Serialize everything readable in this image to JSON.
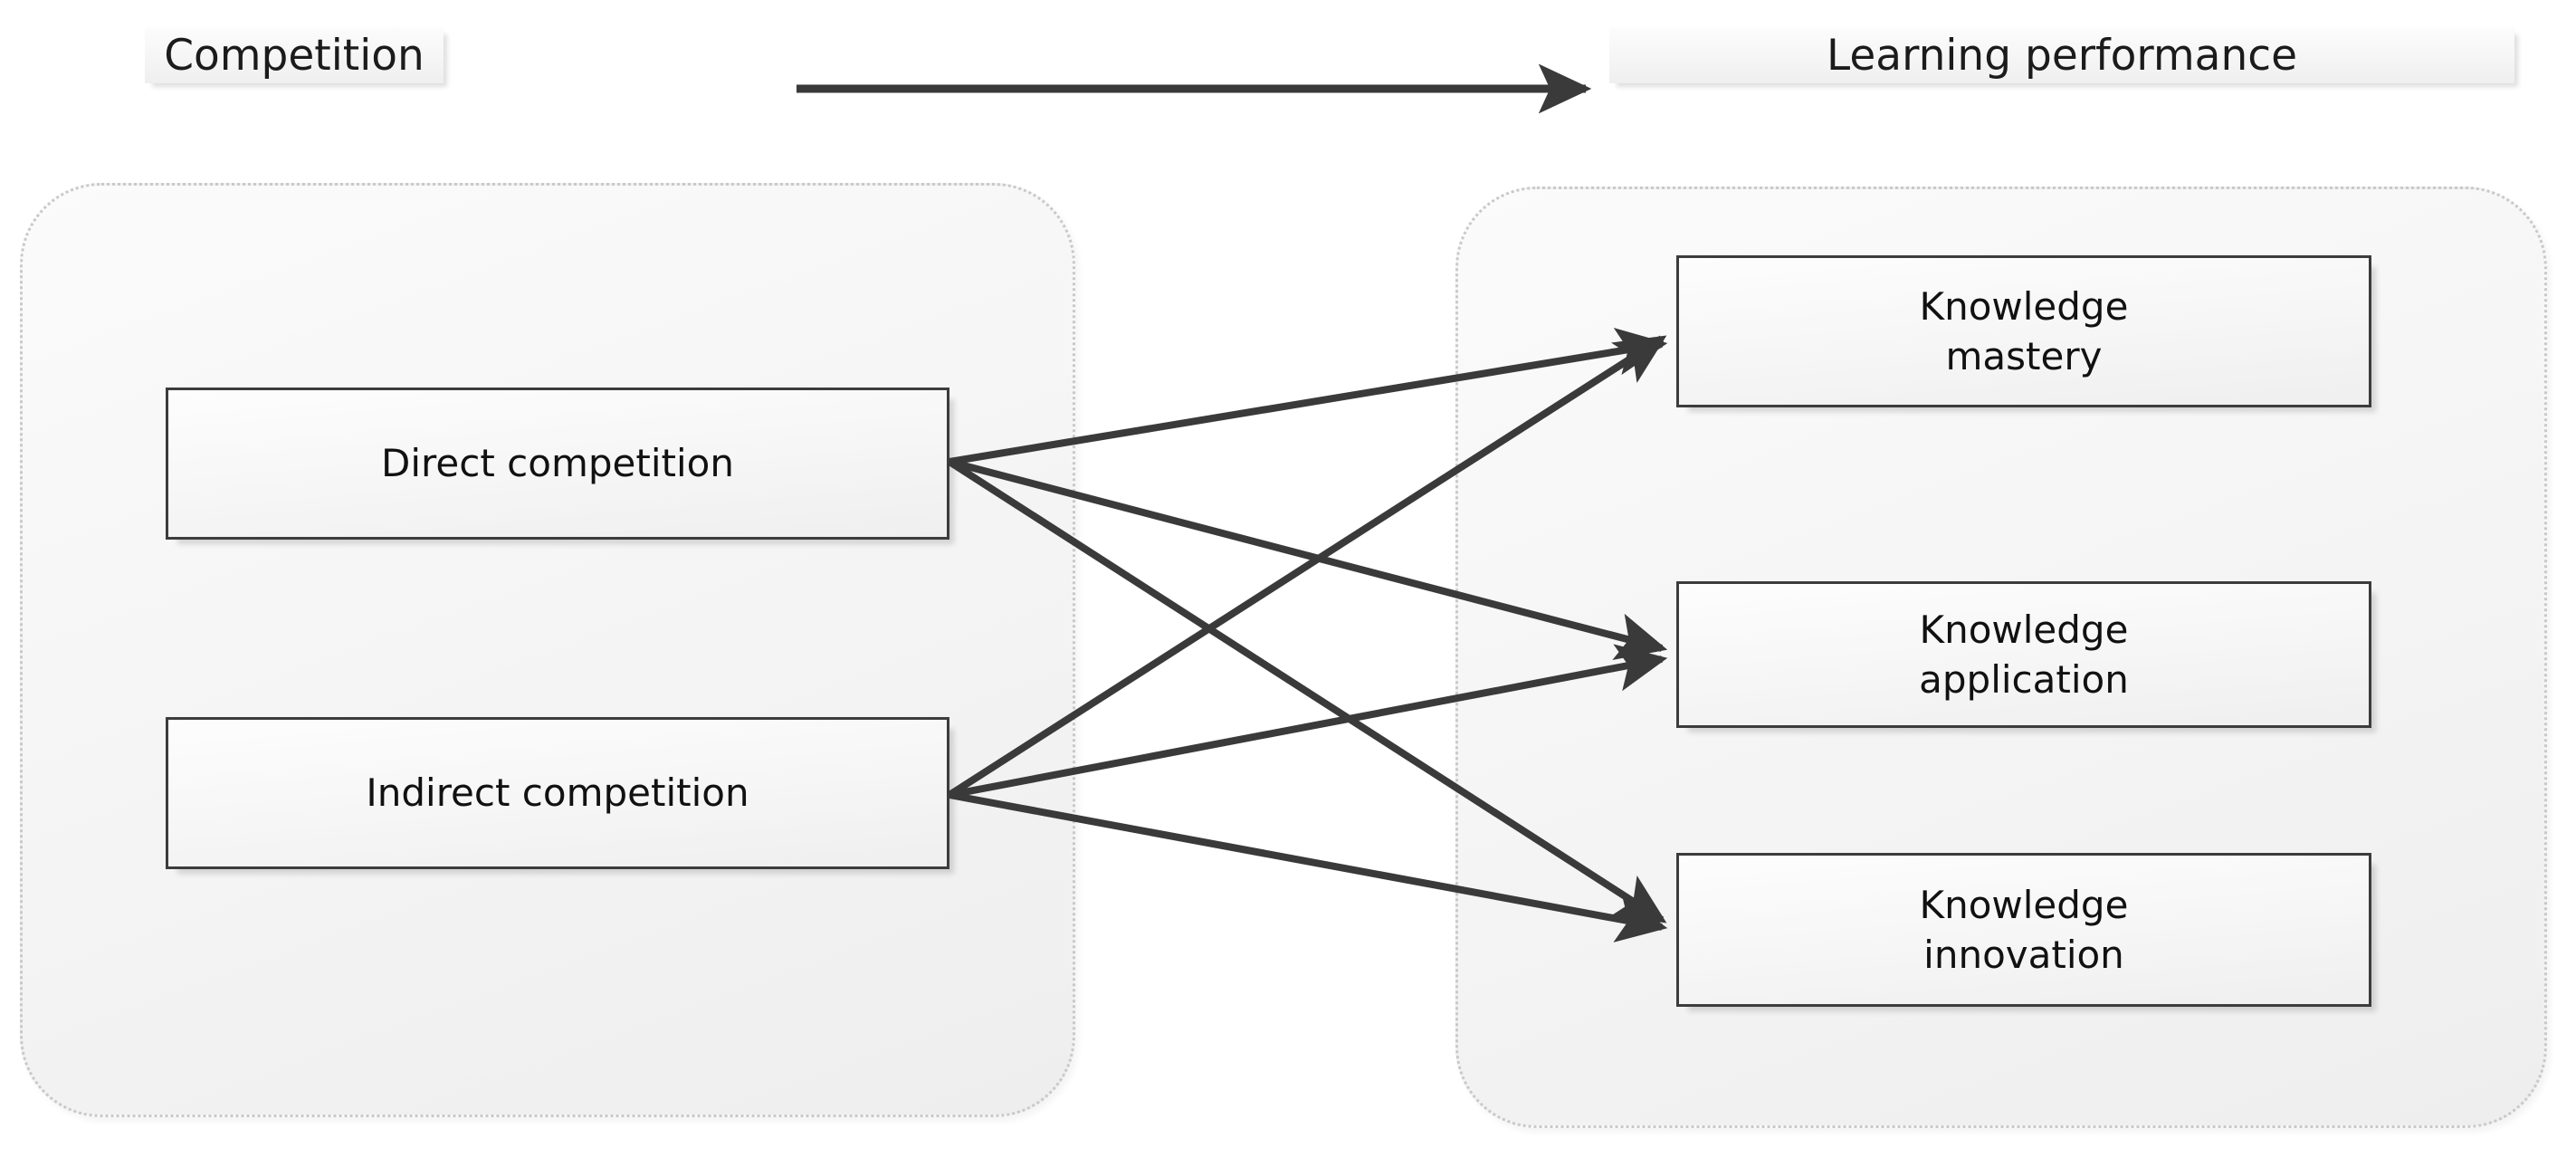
{
  "diagram": {
    "title_left": "Competition",
    "title_right": "Learning performance",
    "top_relation_arrow": "competition-to-learning-performance-arrow",
    "groups": [
      {
        "id": "competition",
        "label": "Competition",
        "nodes": [
          {
            "id": "direct",
            "label": "Direct competition"
          },
          {
            "id": "indirect",
            "label": "Indirect competition"
          }
        ]
      },
      {
        "id": "learning-performance",
        "label": "Learning performance",
        "nodes": [
          {
            "id": "mastery",
            "line1": "Knowledge",
            "line2": "mastery"
          },
          {
            "id": "application",
            "line1": "Knowledge",
            "line2": "application"
          },
          {
            "id": "innovation",
            "line1": "Knowledge",
            "line2": "innovation"
          }
        ]
      }
    ],
    "edges": [
      {
        "from": "direct",
        "to": "mastery"
      },
      {
        "from": "direct",
        "to": "application"
      },
      {
        "from": "direct",
        "to": "innovation"
      },
      {
        "from": "indirect",
        "to": "mastery"
      },
      {
        "from": "indirect",
        "to": "application"
      },
      {
        "from": "indirect",
        "to": "innovation"
      }
    ],
    "colors": {
      "background": "#ffffff",
      "node_border": "#3c3c3c",
      "group_border": "#c9c9c9",
      "arrow": "#3a3a3a",
      "text": "#111111"
    }
  }
}
